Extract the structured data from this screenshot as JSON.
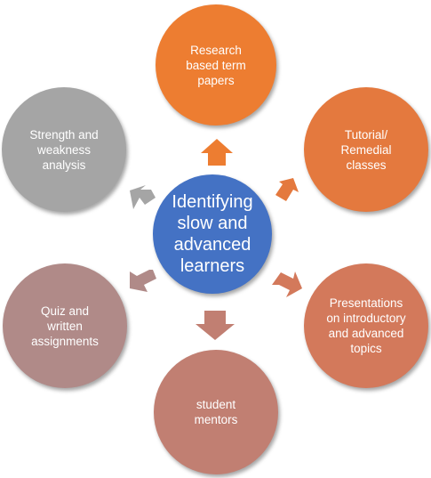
{
  "center": {
    "label": "Identifying slow and advanced learners",
    "color": "#4472c4"
  },
  "nodes": [
    {
      "key": "research",
      "label": "Research based term papers",
      "color": "#ed7d31"
    },
    {
      "key": "tutorial",
      "label": "Tutorial/ Remedial classes",
      "color": "#e4793e"
    },
    {
      "key": "presentations",
      "label": "Presentations on introductory and advanced topics",
      "color": "#d3795b"
    },
    {
      "key": "mentors",
      "label": "student mentors",
      "color": "#c17f72"
    },
    {
      "key": "quiz",
      "label": "Quiz and written assignments",
      "color": "#b08a88"
    },
    {
      "key": "strength",
      "label": "Strength and weakness analysis",
      "color": "#a5a5a5"
    }
  ]
}
